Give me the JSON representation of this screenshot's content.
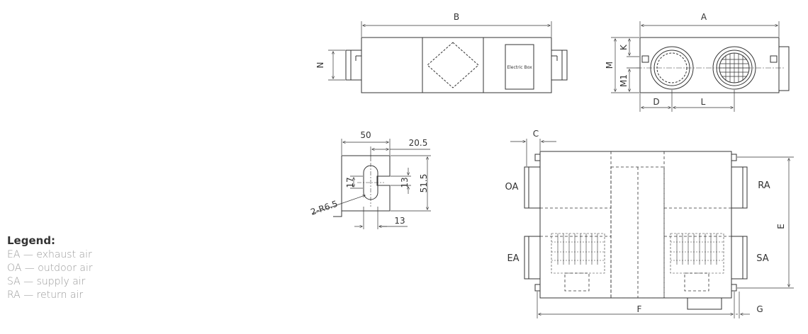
{
  "legend": {
    "title": "Legend:",
    "items": [
      {
        "label": "EA — exhaust air"
      },
      {
        "label": "OA — outdoor air"
      },
      {
        "label": "SA — supply air"
      },
      {
        "label": "RA — return air"
      }
    ]
  },
  "side_view": {
    "dim_width": "B",
    "dim_height": "N",
    "box_label": "Electric Box"
  },
  "end_view": {
    "dim_width": "A",
    "dim_k": "K",
    "dim_m": "M",
    "dim_m1": "M1",
    "dim_d": "D",
    "dim_l": "L"
  },
  "bracket": {
    "dim_50": "50",
    "dim_20_5": "20.5",
    "dim_51_5": "51.5",
    "dim_17": "17",
    "dim_13_vert": "13",
    "dim_13_bottom": "13",
    "radius": "2-R6.5"
  },
  "top_view": {
    "dim_c": "C",
    "dim_e": "E",
    "dim_f": "F",
    "dim_g": "G",
    "port_oa": "OA",
    "port_ra": "RA",
    "port_ea": "EA",
    "port_sa": "SA"
  }
}
